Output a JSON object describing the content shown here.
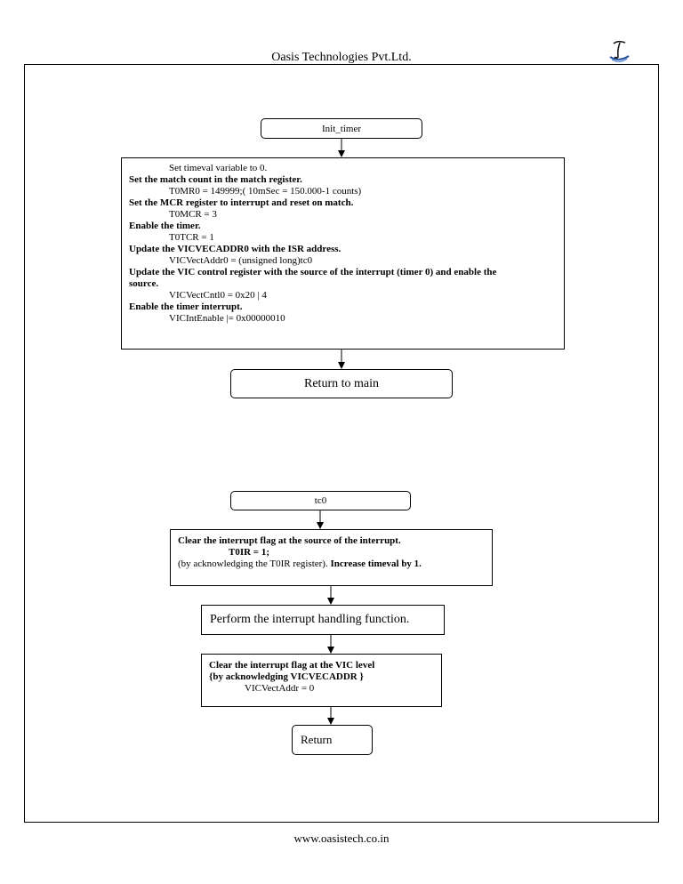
{
  "header": {
    "company": "Oasis Technologies Pvt.Ltd."
  },
  "footer": {
    "url": "www.oasistech.co.in"
  },
  "flow1": {
    "start": "Init_timer",
    "steps": [
      {
        "text": "Set  timeval  variable to 0.",
        "style": "code"
      },
      {
        "text": "Set the match count in the match register.",
        "style": "bold"
      },
      {
        "text": "T0MR0 = 149999;( 10mSec = 150.000-1 counts)",
        "style": "code"
      },
      {
        "text": "Set the MCR register to interrupt and reset on match.",
        "style": "bold"
      },
      {
        "text": "T0MCR = 3",
        "style": "code"
      },
      {
        "text": "Enable the timer.",
        "style": "bold"
      },
      {
        "text": "T0TCR = 1",
        "style": "code"
      },
      {
        "text": "Update the VICVECADDR0 with the ISR address.",
        "style": "bold"
      },
      {
        "text": "VICVectAddr0 = (unsigned long)tc0",
        "style": "code"
      },
      {
        "text": "Update the VIC control register with the source of the interrupt (timer 0) and enable the",
        "style": "bold"
      },
      {
        "text": "source.",
        "style": "bold"
      },
      {
        "text": "VICVectCntl0 = 0x20 | 4",
        "style": "code"
      },
      {
        "text": "Enable the timer  interrupt.",
        "style": "bold"
      },
      {
        "text": "VICIntEnable |= 0x00000010",
        "style": "code"
      }
    ],
    "end": "Return to main"
  },
  "flow2": {
    "start": "tc0",
    "clear_source": {
      "line1": "Clear the interrupt flag at the source of the interrupt.",
      "line2": "T0IR = 1;",
      "line3_plain": "(by acknowledging the T0IR register). ",
      "line3_bold": "Increase timeval by 1."
    },
    "perform": "Perform the interrupt handling function.",
    "clear_vic": {
      "line1": "Clear the interrupt flag at the VIC level",
      "line2": "{by acknowledging  VICVECADDR }",
      "line3": "VICVectAddr = 0"
    },
    "end": "Return"
  }
}
